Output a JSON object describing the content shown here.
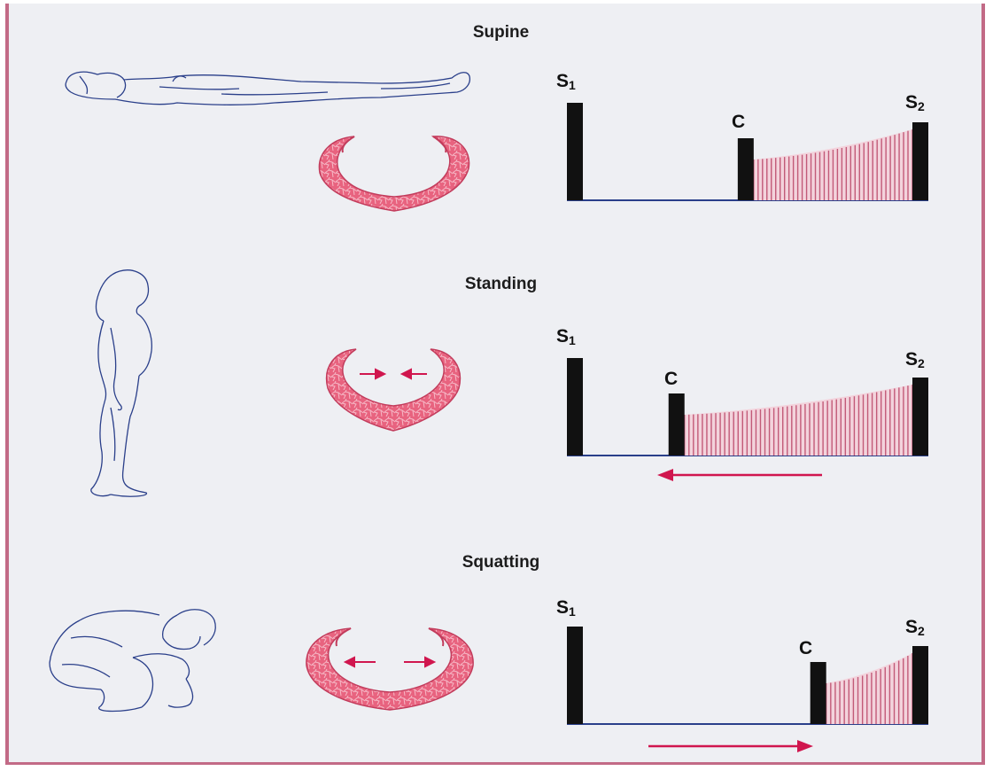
{
  "panels": [
    {
      "id": "supine",
      "title": "Supine",
      "heart_state": "normal",
      "arrow_direction": "none",
      "labels": {
        "s1": "S",
        "s1_sub": "1",
        "click": "C",
        "s2": "S",
        "s2_sub": "2"
      },
      "click_relative_position": 0.47
    },
    {
      "id": "standing",
      "title": "Standing",
      "heart_state": "reduced-volume",
      "arrow_direction": "left",
      "labels": {
        "s1": "S",
        "s1_sub": "1",
        "click": "C",
        "s2": "S",
        "s2_sub": "2"
      },
      "click_relative_position": 0.26
    },
    {
      "id": "squatting",
      "title": "Squatting",
      "heart_state": "increased-volume",
      "arrow_direction": "right",
      "labels": {
        "s1": "S",
        "s1_sub": "1",
        "click": "C",
        "s2": "S",
        "s2_sub": "2"
      },
      "click_relative_position": 0.69
    }
  ],
  "colors": {
    "frame_border": "#c26a86",
    "background": "#eeeff3",
    "heart_fill": "#e8637f",
    "heart_cells": "#f6b8c6",
    "murmur_lines": "#c25a78",
    "arrow": "#d0164e",
    "body_outline": "#2a3f8a",
    "sound_bar": "#111111",
    "baseline": "#2a3f8a"
  },
  "icons": [
    "supine-figure-icon",
    "standing-figure-icon",
    "squatting-figure-icon",
    "heart-icon"
  ]
}
